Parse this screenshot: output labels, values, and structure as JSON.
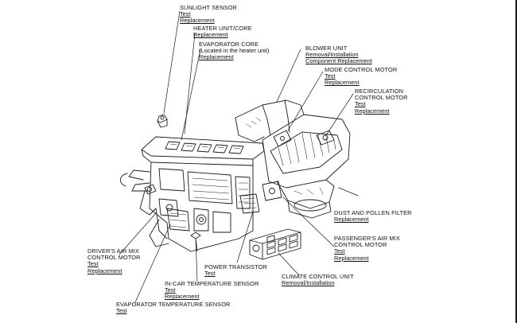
{
  "callouts": {
    "sunlight_sensor": {
      "title": "SUNLIGHT SENSOR",
      "links": [
        "Test",
        "Replacement"
      ]
    },
    "heater_unit": {
      "title": "HEATER UNIT/CORE",
      "links": [
        "Replacement"
      ]
    },
    "evaporator_core": {
      "title": "EVAPORATOR CORE",
      "sub": "(Located in the heater unit)",
      "links": [
        "Replacement"
      ]
    },
    "blower_unit": {
      "title": "BLOWER UNIT",
      "links": [
        "Removal/Installation",
        "Component Replacement"
      ]
    },
    "mode_motor": {
      "title": "MODE CONTROL MOTOR",
      "links": [
        "Test",
        "Replacement"
      ]
    },
    "recirc_motor": {
      "title1": "RECIRCULATION",
      "title2": "CONTROL MOTOR",
      "links": [
        "Test",
        "Replacement"
      ]
    },
    "dust_filter": {
      "title": "DUST AND POLLEN FILTER",
      "links": [
        "Replacement"
      ]
    },
    "pass_air_mix": {
      "title1": "PASSENGER'S AIR MIX",
      "title2": "CONTROL MOTOR",
      "links": [
        "Test",
        "Replacement"
      ]
    },
    "climate_control": {
      "title": "CLIMATE CONTROL UNIT",
      "links": [
        "Removal/Installation"
      ]
    },
    "power_transistor": {
      "title": "POWER TRANSISTOR",
      "links": [
        "Test"
      ]
    },
    "incar_sensor": {
      "title": "IN-CAR TEMPERATURE SENSOR",
      "links": [
        "Test",
        "Replacement"
      ]
    },
    "evap_temp_sensor": {
      "title": "EVAPORATOR TEMPERATURE SENSOR",
      "links": [
        "Test"
      ]
    },
    "driver_air_mix": {
      "title1": "DRIVER'S AIR MIX",
      "title2": "CONTROL MOTOR",
      "links": [
        "Test",
        "Replacement"
      ]
    }
  },
  "colors": {
    "line": "#1a1a1a",
    "text": "#111111",
    "background": "#ffffff"
  }
}
